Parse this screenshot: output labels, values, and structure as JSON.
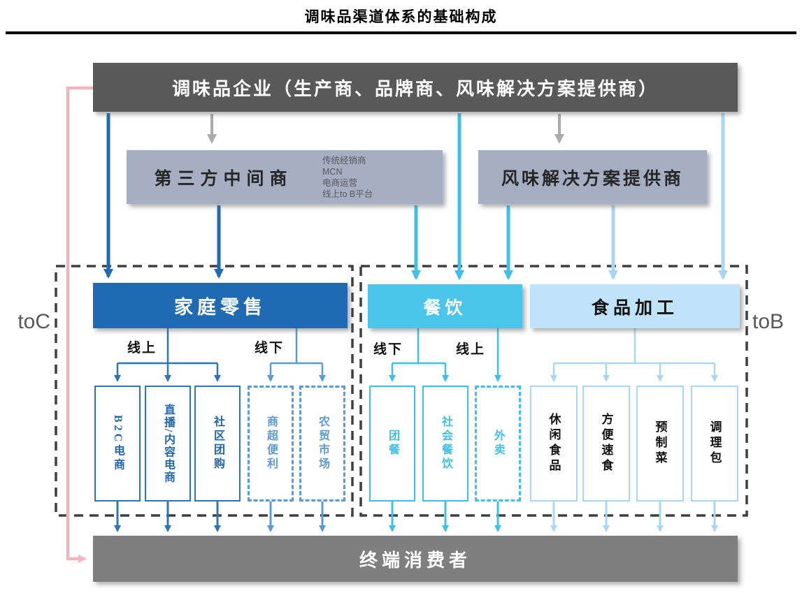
{
  "title": "调味品渠道体系的基础构成",
  "top_box": {
    "label": "调味品企业（生产商、品牌商、风味解决方案提供商）"
  },
  "middlemen_box": {
    "label": "第三方中间商",
    "note_lines": [
      "传统经销商",
      "MCN",
      "电商运营",
      "线上to B平台"
    ]
  },
  "flavor_box": {
    "label": "风味解决方案提供商"
  },
  "zones": {
    "toc_label": "toC",
    "tob_label": "toB"
  },
  "categories": {
    "home_retail": {
      "label": "家庭零售",
      "online_label": "线上",
      "offline_label": "线下",
      "online_channels": [
        "B2C电商",
        "直播/内容电商",
        "社区团购"
      ],
      "offline_channels": [
        "商超便利",
        "农贸市场"
      ]
    },
    "catering": {
      "label": "餐饮",
      "offline_label": "线下",
      "online_label": "线上",
      "offline_channels": [
        "团餐",
        "社会餐饮"
      ],
      "online_channels": [
        "外卖"
      ]
    },
    "food_processing": {
      "label": "食品加工",
      "channels": [
        "休闲食品",
        "方便速食",
        "预制菜",
        "调理包"
      ]
    }
  },
  "consumer_box": {
    "label": "终端消费者"
  },
  "colors": {
    "enterprise_gray": "#595959",
    "consumer_gray": "#7f7f7f",
    "slate_box": "#a6aec2",
    "dark_blue": "#1f6ab3",
    "medium_blue": "#5b9bd5",
    "sky_blue": "#3fc0e8",
    "light_blue_fill": "#bfe3f8",
    "light_blue_line": "#a9d7f2",
    "pink": "#f3b4c2",
    "gray_arrow": "#ababab",
    "dash_border": "#3f3f3f"
  }
}
